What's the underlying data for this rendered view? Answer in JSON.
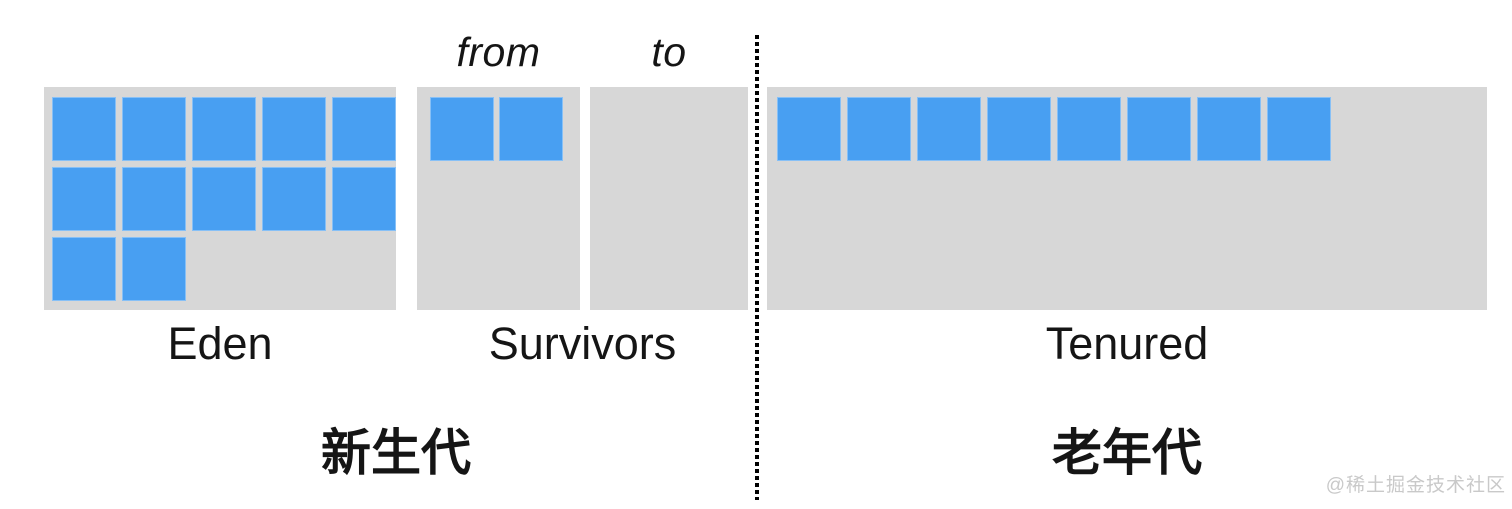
{
  "diagram": {
    "pointer_labels": {
      "from": "from",
      "to": "to"
    },
    "region_labels": {
      "eden": "Eden",
      "survivors": "Survivors",
      "tenured": "Tenured"
    },
    "generation_labels": {
      "young": "新生代",
      "old": "老年代"
    },
    "regions": {
      "eden": {
        "filled_blocks": 12,
        "blocks_per_row": 5
      },
      "survivor_from": {
        "filled_blocks": 2,
        "blocks_per_row": 2
      },
      "survivor_to": {
        "filled_blocks": 0,
        "blocks_per_row": 2
      },
      "tenured": {
        "filled_blocks": 8,
        "blocks_per_row": 8
      }
    },
    "watermark": "@稀土掘金技术社区",
    "colors": {
      "block_fill": "#489ff2",
      "region_background": "#d7d7d7",
      "divider": "#000000",
      "label_text": "#151515",
      "watermark_text": "#c9c9c9"
    }
  }
}
